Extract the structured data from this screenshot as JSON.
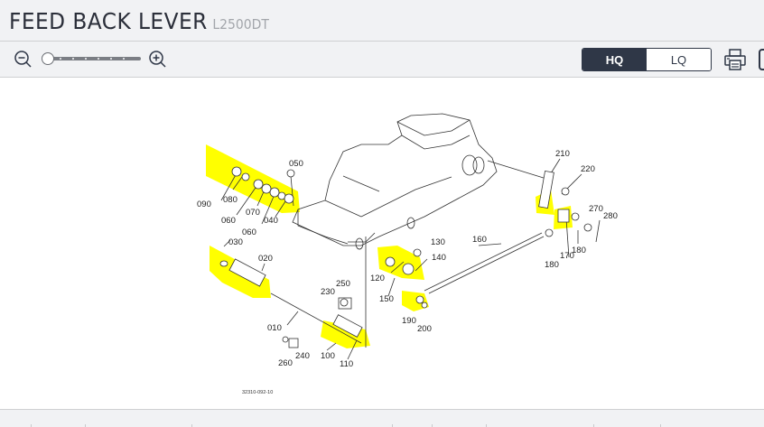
{
  "header": {
    "title": "FEED BACK LEVER",
    "model": "L2500DT"
  },
  "toolbar": {
    "zoom_out_icon": "zoom-out-icon",
    "zoom_in_icon": "zoom-in-icon",
    "zoom_level": 0,
    "quality_options": [
      "HQ",
      "LQ"
    ],
    "selected_quality": "HQ",
    "print_icon": "printer-icon",
    "accent_color": "#2f3747"
  },
  "diagram": {
    "highlight_color": "#ffff00",
    "drawing_number": "32310-092-10",
    "callouts": [
      "050",
      "090",
      "080",
      "060",
      "070",
      "040",
      "060",
      "030",
      "020",
      "010",
      "240",
      "260",
      "250",
      "230",
      "100",
      "110",
      "130",
      "140",
      "120",
      "150",
      "160",
      "190",
      "200",
      "210",
      "220",
      "270",
      "280",
      "180",
      "170",
      "180"
    ]
  }
}
